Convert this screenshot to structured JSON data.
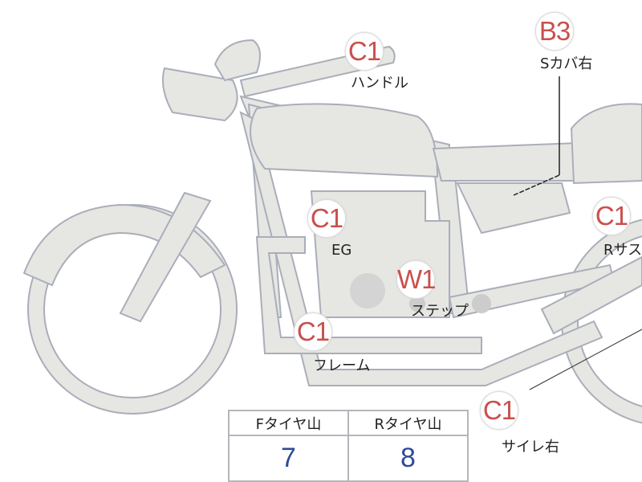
{
  "parts": [
    {
      "id": "handle",
      "grade": "C1",
      "label": "ハンドル"
    },
    {
      "id": "side-cover-right",
      "grade": "B3",
      "label": "Sカバ右"
    },
    {
      "id": "engine",
      "grade": "C1",
      "label": "EG"
    },
    {
      "id": "rear-suspension",
      "grade": "C1",
      "label": "Rサス"
    },
    {
      "id": "step",
      "grade": "W1",
      "label": "ステップ"
    },
    {
      "id": "frame",
      "grade": "C1",
      "label": "フレーム"
    },
    {
      "id": "muffler-right",
      "grade": "C1",
      "label": "サイレ右"
    }
  ],
  "tires": {
    "front_label": "Fタイヤ山",
    "front_value": "7",
    "rear_label": "Rタイヤ山",
    "rear_value": "8"
  },
  "colors": {
    "grade": "#c9504c",
    "value": "#2e4a9a",
    "body": "#e6e6e3",
    "outline": "#a9aeb9"
  }
}
